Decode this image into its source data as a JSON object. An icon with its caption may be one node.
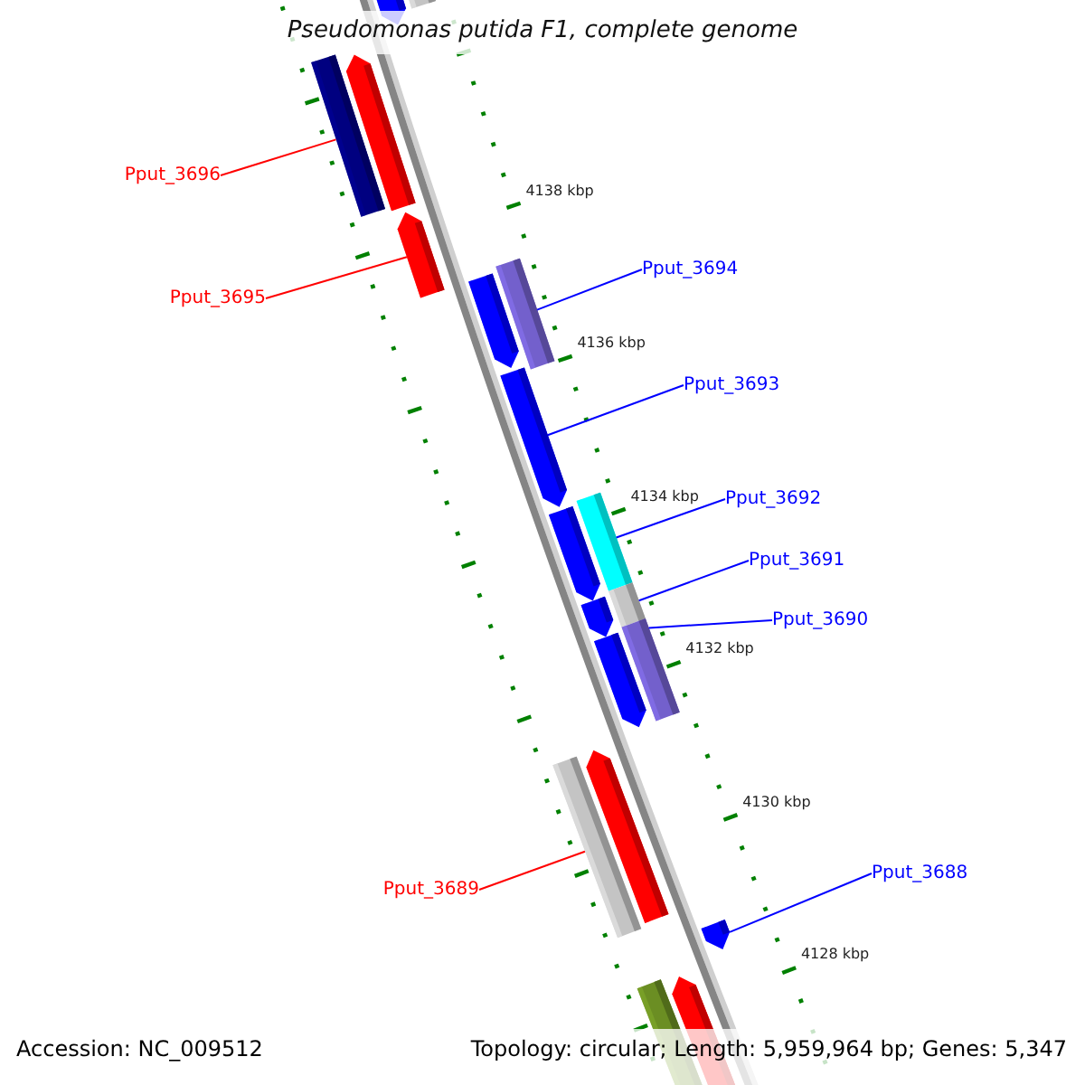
{
  "diagram": {
    "title": "Pseudomonas putida F1, complete genome",
    "nodes": [
      {
        "text": [
          "Pput_3696"
        ]
      },
      {
        "text": [
          "Pput_3694"
        ]
      },
      {
        "text": [
          "Pput_3695"
        ]
      },
      {
        "text": [
          "Pput_3693"
        ]
      },
      {
        "text": [
          "Pput_3692"
        ]
      },
      {
        "text": [
          "Pput_3691"
        ]
      },
      {
        "text": [
          "Pput_3690"
        ]
      },
      {
        "text": [
          "Pput_3688"
        ]
      },
      {
        "text": [
          "Pput_3689"
        ]
      },
      {
        "text": [],
        "shape": "arrow"
      },
      {
        "text": [],
        "shape": "box"
      },
      {
        "text": [],
        "shape": "box"
      },
      {
        "text": [],
        "shape": "arrow"
      },
      {
        "text": [],
        "shape": "arrow"
      },
      {
        "text": [],
        "shape": "box"
      },
      {
        "text": [],
        "shape": "arrow"
      },
      {
        "text": [],
        "shape": "arrow"
      },
      {
        "text": [],
        "shape": "box"
      },
      {
        "text": [],
        "shape": "arrow"
      },
      {
        "text": [],
        "shape": "box"
      },
      {
        "text": [],
        "shape": "arrow"
      },
      {
        "text": [],
        "shape": "box"
      },
      {
        "text": [],
        "shape": "arrow"
      },
      {
        "text": [],
        "shape": "box"
      },
      {
        "text": [],
        "shape": "arrow"
      },
      {
        "text": [],
        "shape": "arrow"
      },
      {
        "text": [],
        "shape": "box"
      },
      {
        "text": [],
        "shape": "arrow"
      }
    ],
    "edges": [
      {
        "from": 0,
        "to": 11,
        "arrow": "none",
        "color": "#ff0000"
      },
      {
        "from": 1,
        "to": 14,
        "arrow": "none"
      },
      {
        "from": 2,
        "to": 13,
        "arrow": "none",
        "color": "#ff0000"
      },
      {
        "from": 3,
        "to": 16,
        "arrow": "none"
      },
      {
        "from": 4,
        "to": 17,
        "arrow": "none"
      },
      {
        "from": 5,
        "to": 19,
        "arrow": "none"
      },
      {
        "from": 6,
        "to": 21,
        "arrow": "none"
      },
      {
        "from": 7,
        "to": 25,
        "arrow": "none"
      },
      {
        "from": 8,
        "to": 23,
        "arrow": "none",
        "color": "#ff0000"
      }
    ],
    "labels": [
      "4138 kbp",
      "4136 kbp",
      "4134 kbp",
      "4132 kbp",
      "4130 kbp",
      "4128 kbp",
      "Accession: NC_009512",
      "Topology: circular; Length: 5,959,964 bp; Genes: 5,347"
    ]
  }
}
